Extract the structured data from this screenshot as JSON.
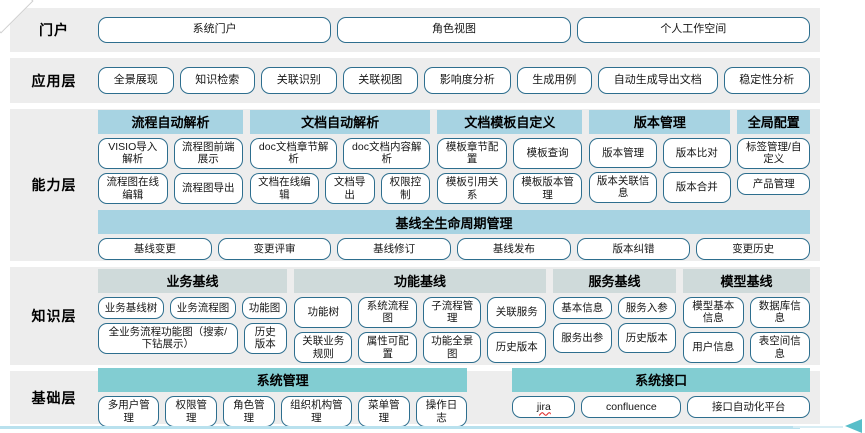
{
  "colors": {
    "band-bg": "#ededed",
    "header-blue": "#a7d3e2",
    "header-gray": "#cfdada",
    "header-teal": "#82cdd2",
    "btn-border": "#2d6e8e",
    "bottom-line": "#b9e1ee",
    "arrow": "#57bec9",
    "misspell-red": "#e03131"
  },
  "layers": {
    "portal": {
      "label": "门户",
      "buttons": [
        "系统门户",
        "角色视图",
        "个人工作空间"
      ]
    },
    "app": {
      "label": "应用层",
      "buttons": [
        "全景展现",
        "知识检索",
        "关联识别",
        "关联视图",
        "影响度分析",
        "生成用例",
        "自动生成导出文档",
        "稳定性分析"
      ]
    },
    "capability": {
      "label": "能力层",
      "groups": [
        {
          "header": "流程自动解析",
          "rows": [
            [
              "VISIO导入解析",
              "流程图前端展示"
            ],
            [
              "流程图在线编辑",
              "流程图导出"
            ]
          ]
        },
        {
          "header": "文档自动解析",
          "rows": [
            [
              "doc文档章节解析",
              "doc文档内容解析"
            ],
            [
              "文档在线编辑",
              "文档导出",
              "权限控制"
            ]
          ]
        },
        {
          "header": "文档模板自定义",
          "rows": [
            [
              "模板章节配置",
              "模板查询"
            ],
            [
              "模板引用关系",
              "模板版本管理"
            ]
          ]
        },
        {
          "header": "版本管理",
          "rows": [
            [
              "版本管理",
              "版本比对"
            ],
            [
              "版本关联信息",
              "版本合并"
            ]
          ]
        },
        {
          "header": "全局配置",
          "rows": [
            [
              "标签管理/自定义"
            ],
            [
              "产品管理"
            ]
          ]
        }
      ],
      "baseline": {
        "header": "基线全生命周期管理",
        "buttons": [
          "基线变更",
          "变更评审",
          "基线修订",
          "基线发布",
          "版本纠错",
          "变更历史"
        ]
      }
    },
    "knowledge": {
      "label": "知识层",
      "groups": [
        {
          "header": "业务基线",
          "rows": [
            [
              "业务基线树",
              "业务流程图",
              "功能图"
            ],
            [
              "全业务流程功能图（搜索/下钻展示）",
              "历史版本"
            ]
          ]
        },
        {
          "header": "功能基线",
          "rows": [
            [
              "功能树",
              "系统流程图",
              "子流程管理",
              "关联服务"
            ],
            [
              "关联业务规则",
              "属性可配置",
              "功能全景图",
              "历史版本"
            ]
          ]
        },
        {
          "header": "服务基线",
          "rows": [
            [
              "基本信息",
              "服务入参"
            ],
            [
              "服务出参",
              "历史版本"
            ]
          ]
        },
        {
          "header": "模型基线",
          "rows": [
            [
              "模型基本信息",
              "数据库信息"
            ],
            [
              "用户信息",
              "表空间信息"
            ]
          ]
        }
      ]
    },
    "base": {
      "label": "基础层",
      "groups": [
        {
          "header": "系统管理",
          "rows": [
            [
              "多用户管理",
              "权限管理",
              "角色管理",
              "组织机构管理",
              "菜单管理",
              "操作日志"
            ]
          ]
        },
        {
          "header": "系统接口",
          "rows": [
            [
              {
                "label": "jira",
                "class": "misspelled"
              },
              "confluence",
              "接口自动化平台"
            ]
          ]
        }
      ]
    }
  }
}
